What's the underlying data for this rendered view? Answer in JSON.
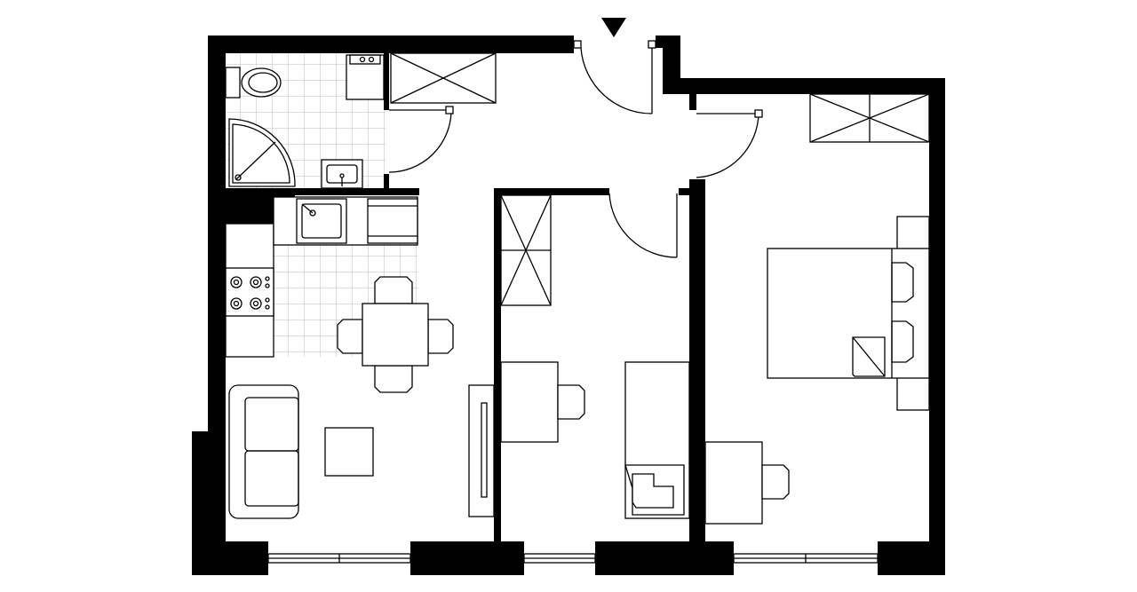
{
  "plan": {
    "background": "#ffffff",
    "wall_color": "#000000",
    "tile_color": "#bdbdbd",
    "entrance_marker": "entrance-arrow-icon",
    "rooms": [
      {
        "id": "bathroom",
        "icon": "bathroom-icon"
      },
      {
        "id": "hallway",
        "icon": "hallway-icon"
      },
      {
        "id": "kitchen-living",
        "icon": "kitchen-icon"
      },
      {
        "id": "bedroom-middle",
        "icon": "bedroom-icon"
      },
      {
        "id": "bedroom-right",
        "icon": "bedroom-icon"
      }
    ]
  }
}
